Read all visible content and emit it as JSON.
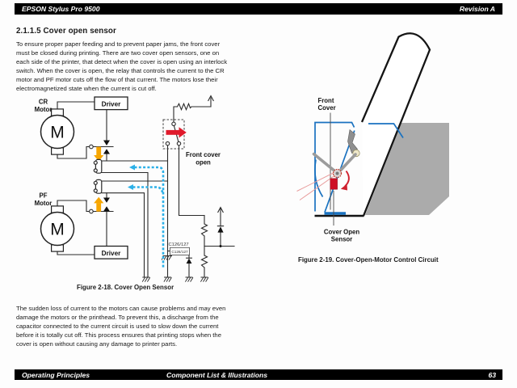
{
  "header": {
    "product": "EPSON Stylus Pro 9500",
    "revision": "Revision A"
  },
  "heading": "2.1.1.5  Cover open sensor",
  "paragraph1_lines": [
    "To ensure proper paper feeding and to prevent paper jams, the front cover",
    "must be closed during printing. There are two cover open sensors, one on",
    "each side of the printer, that detect when the cover is open using an interlock",
    "switch. When the cover is open, the relay that controls the current to the CR",
    "motor and PF motor cuts off the flow of that current. The motors lose their",
    "electromagnetized state when the current is cut off."
  ],
  "paragraph2_lines": [
    "The sudden loss of current to the motors can cause problems and may even",
    "damage the motors or the printhead. To prevent this, a discharge from the",
    "capacitor connected to the current circuit is used to slow down the current",
    "before it is totally cut off. This process ensures that printing stops when the",
    "cover is open without causing any damage to printer parts."
  ],
  "figure_2_18": {
    "caption": "Figure 2-18.  Cover Open Sensor",
    "labels": {
      "cr": "CR",
      "cr_motor": "Motor",
      "pf": "PF",
      "pf_motor": "Motor",
      "driver_top": "Driver",
      "driver_bottom": "Driver",
      "motor_symbol": "M",
      "front_cover_open_1": "Front cover",
      "front_cover_open_2": "open",
      "connector": "C126/127",
      "connector_boxed": "C126/127"
    }
  },
  "figure_2_19": {
    "caption": "Figure 2-19.  Cover-Open-Motor Control Circuit",
    "labels": {
      "front_cover_1": "Front",
      "front_cover_2": "Cover",
      "cover_open_sensor_1": "Cover Open",
      "cover_open_sensor_2": "Sensor"
    }
  },
  "footer": {
    "left": "Operating Principles",
    "center": "Component List & Illustrations",
    "page": "63"
  },
  "colors": {
    "bar": "#000000",
    "accent_orange": "#F7A600",
    "accent_red": "#E01A2B",
    "accent_cyan": "#2BB0E8",
    "figure_blue": "#1A72C0",
    "machine_gray": "#ABABAB"
  }
}
